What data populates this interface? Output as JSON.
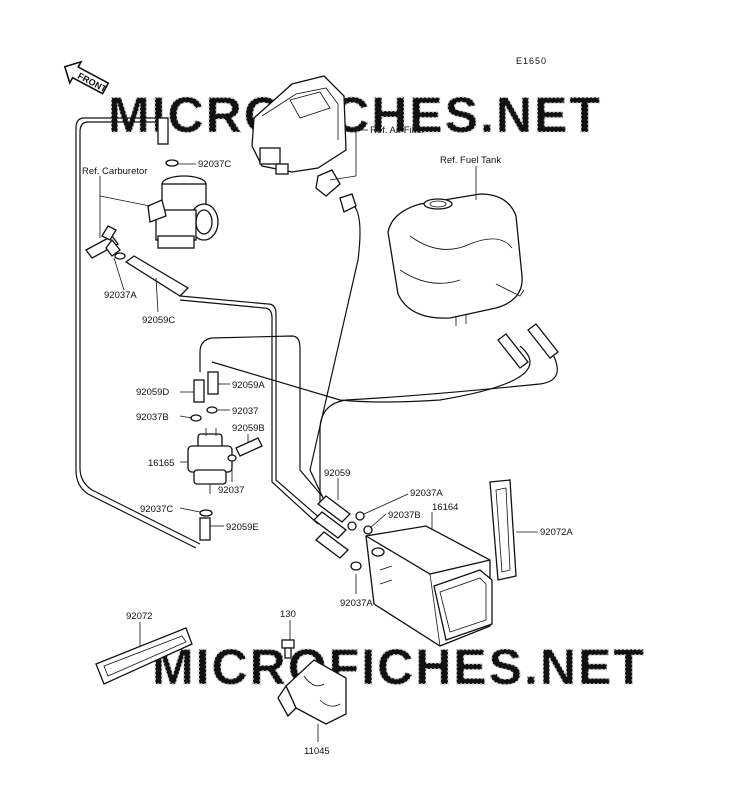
{
  "diagram_code": "E1650",
  "front_label": "FRONT",
  "watermark": "MICROFICHES.NET",
  "references": {
    "air_filter": "Ref. Air Filter",
    "carburetor": "Ref. Carburetor",
    "fuel_tank": "Ref. Fuel Tank"
  },
  "parts": {
    "clamp_92037c_top": "92037C",
    "clamp_92037a_left": "92037A",
    "hose_92059c": "92059C",
    "hose_92059d": "92059D",
    "hose_92059a": "92059A",
    "clamp_92037b_left": "92037B",
    "clamp_92037_upper": "92037",
    "hose_92059b": "92059B",
    "valve_16165": "16165",
    "clamp_92037_lower": "92037",
    "clamp_92037c_bottom": "92037C",
    "hose_92059e": "92059E",
    "hose_92059": "92059",
    "clamp_92037a_right": "92037A",
    "clamp_92037b_right": "92037B",
    "canister_16164": "16164",
    "clamp_92037a_bottom": "92037A",
    "band_92072a": "92072A",
    "band_92072": "92072",
    "bolt_130": "130",
    "bracket_11045": "11045"
  }
}
